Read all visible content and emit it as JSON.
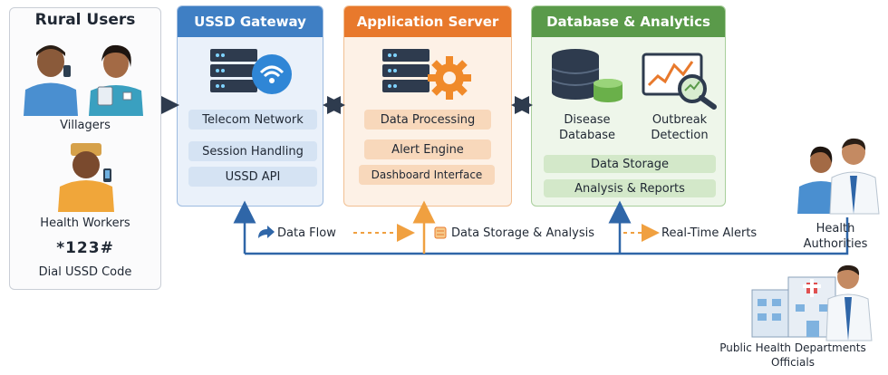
{
  "rural": {
    "title": "Rural Users",
    "villagers": "Villagers",
    "health_workers": "Health Workers",
    "code": "*123#",
    "dial": "Dial USSD Code"
  },
  "gateway": {
    "title": "USSD Gateway",
    "items": [
      "Telecom Network",
      "Session Handling",
      "USSD API"
    ]
  },
  "app_server": {
    "title": "Application Server",
    "items": [
      "Data Processing",
      "Alert Engine",
      "Dashboard Interface"
    ]
  },
  "database": {
    "title": "Database & Analytics",
    "disease_db": "Disease\nDatabase",
    "outbreak": "Outbreak\nDetection",
    "items": [
      "Data Storage",
      "Analysis & Reports"
    ]
  },
  "legend": {
    "data_flow": "Data Flow",
    "storage": "Data Storage & Analysis",
    "alerts": "Real-Time Alerts"
  },
  "recipients": {
    "health_authorities": "Health\nAuthorities",
    "public_health": "Public Health Departments\nOfficials"
  },
  "colors": {
    "gateway": "#3f7fc4",
    "app_server": "#e8792c",
    "database": "#5a9a4a",
    "arrow_blue": "#2f66a8",
    "arrow_orange": "#f0a040"
  }
}
